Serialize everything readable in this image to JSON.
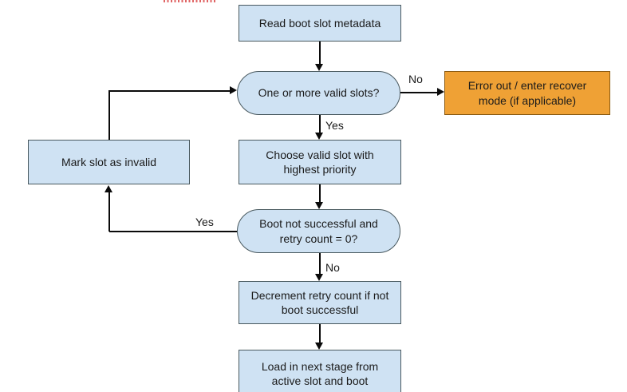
{
  "diagram": {
    "colors": {
      "page_bg": "#ffffff",
      "process_fill": "#cfe2f3",
      "shape_border": "#49595f",
      "error_fill": "#efa135",
      "error_border": "#8a5a12",
      "arrow": "#0a0a0a",
      "text": "#1a1a1a",
      "red_marks": "#e06666"
    },
    "nodes": {
      "read_metadata": {
        "label": "Read boot slot metadata",
        "type": "process"
      },
      "valid_slots_decision": {
        "label": "One or more valid slots?",
        "type": "decision"
      },
      "error_out": {
        "label": "Error out / enter recover mode (if applicable)",
        "type": "process"
      },
      "choose_slot": {
        "label": "Choose valid slot with highest priority",
        "type": "process"
      },
      "mark_invalid": {
        "label": "Mark slot as invalid",
        "type": "process"
      },
      "boot_retry_decision": {
        "label": "Boot not successful and retry count = 0?",
        "type": "decision"
      },
      "decrement_retry": {
        "label": "Decrement retry count if not boot successful",
        "type": "process"
      },
      "load_next_stage": {
        "label": "Load in next stage from active slot and boot",
        "type": "process"
      }
    },
    "edge_labels": {
      "valid_no": "No",
      "valid_yes": "Yes",
      "retry_yes": "Yes",
      "retry_no": "No"
    }
  }
}
